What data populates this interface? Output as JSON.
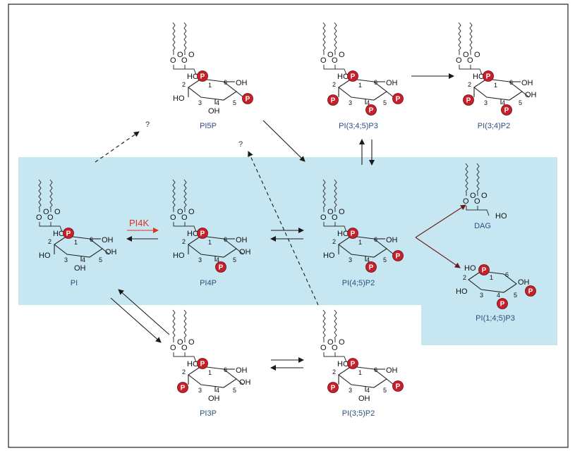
{
  "colors": {
    "region": "#c6e7f1",
    "phosphate": "#c8202a",
    "label": "#2a4f7c",
    "enzyme": "#e03020",
    "arrow": "#1a1a1a",
    "dag_arrow": "#6b1a1a"
  },
  "atoms": {
    "ho": "HO",
    "oh": "OH",
    "o": "O",
    "p": "P",
    "n1": "1",
    "n2": "2",
    "n3": "3",
    "n4": "4",
    "n5": "5",
    "n6": "6"
  },
  "molecules": [
    {
      "id": "pi",
      "label": "PI",
      "p2": true,
      "p3": false,
      "p4": false,
      "p5": false
    },
    {
      "id": "pi4p",
      "label": "PI4P",
      "p2": true,
      "p3": false,
      "p4": true,
      "p5": false
    },
    {
      "id": "pi45p2",
      "label": "PI(4;5)P2",
      "p2": true,
      "p3": false,
      "p4": true,
      "p5": true
    },
    {
      "id": "pi5p",
      "label": "PI5P",
      "p2": true,
      "p3": false,
      "p4": false,
      "p5": true
    },
    {
      "id": "pi345p3",
      "label": "PI(3;4;5)P3",
      "p2": true,
      "p3": true,
      "p4": true,
      "p5": true
    },
    {
      "id": "pi34p2",
      "label": "PI(3;4)P2",
      "p2": true,
      "p3": true,
      "p4": true,
      "p5": false
    },
    {
      "id": "pi3p",
      "label": "PI3P",
      "p2": true,
      "p3": true,
      "p4": false,
      "p5": false
    },
    {
      "id": "pi35p2",
      "label": "PI(3;5)P2",
      "p2": true,
      "p3": true,
      "p4": false,
      "p5": true
    },
    {
      "id": "ip3",
      "label": "PI(1;4;5)P3"
    }
  ],
  "dag": {
    "label": "DAG",
    "ho": "HO"
  },
  "enzyme": {
    "label": "PI4K"
  },
  "unknown_mark": "?"
}
